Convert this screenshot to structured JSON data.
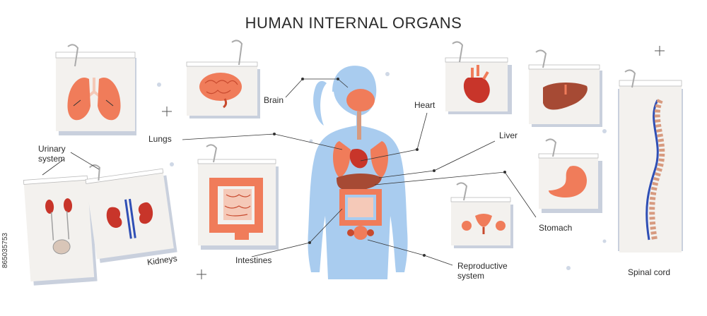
{
  "title": "HUMAN INTERNAL ORGANS",
  "labels": {
    "brain": "Brain",
    "heart": "Heart",
    "lungs": "Lungs",
    "liver": "Liver",
    "urinary_line1": "Urinary",
    "urinary_line2": "system",
    "kidneys": "Kidneys",
    "intestines": "Intestines",
    "stomach": "Stomach",
    "reproductive_line1": "Reproductive",
    "reproductive_line2": "system",
    "spinal_cord": "Spinal cord"
  },
  "stock_id": "865035753",
  "colors": {
    "organ": "#f07c5a",
    "organ_dark": "#c84a2e",
    "heart": "#c8352a",
    "liver": "#a64a34",
    "body": "#a9ccef",
    "card": "#f3f1ee",
    "card_shadow": "#c9d0dd",
    "spine": "#2f4fb5"
  }
}
